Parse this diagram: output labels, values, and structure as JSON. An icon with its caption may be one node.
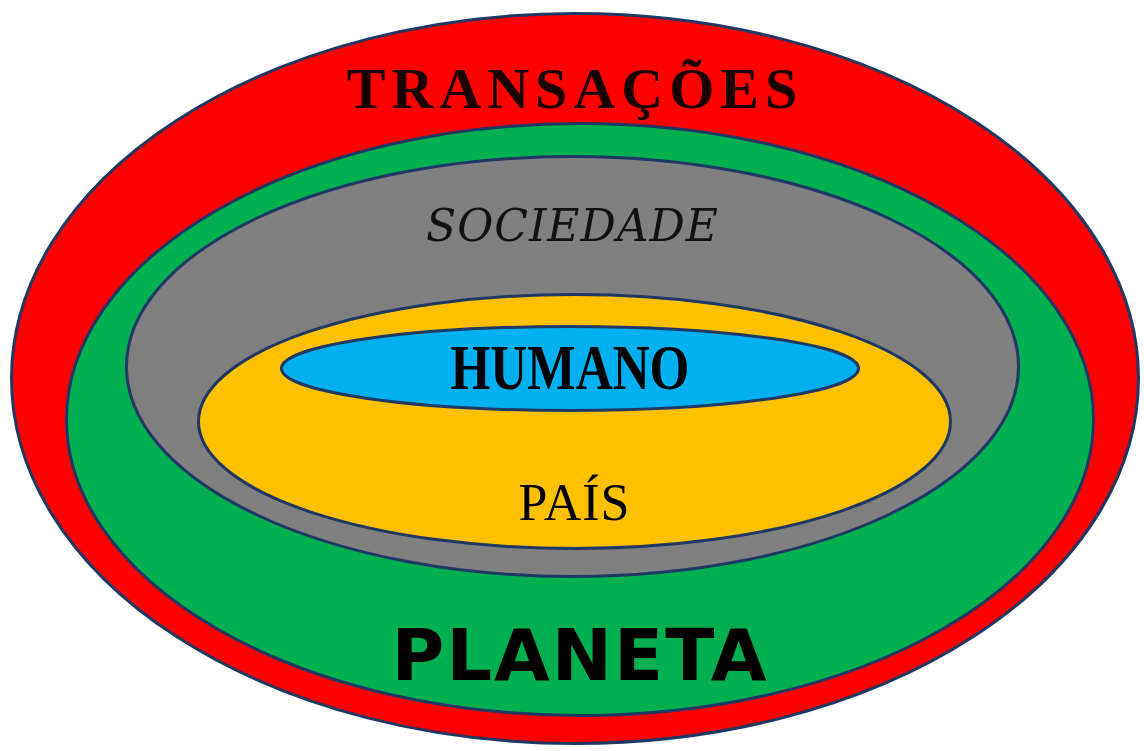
{
  "diagram": {
    "nodes": [
      {
        "text": [
          "TRANSAÇÕES"
        ]
      },
      {
        "text": [
          "PLANETA"
        ],
        "in": 0
      },
      {
        "text": [
          "SOCIEDADE"
        ],
        "in": 1
      },
      {
        "text": [
          "PAÍS"
        ],
        "in": 2
      },
      {
        "text": [
          "HUMANO"
        ],
        "in": 3
      }
    ]
  }
}
